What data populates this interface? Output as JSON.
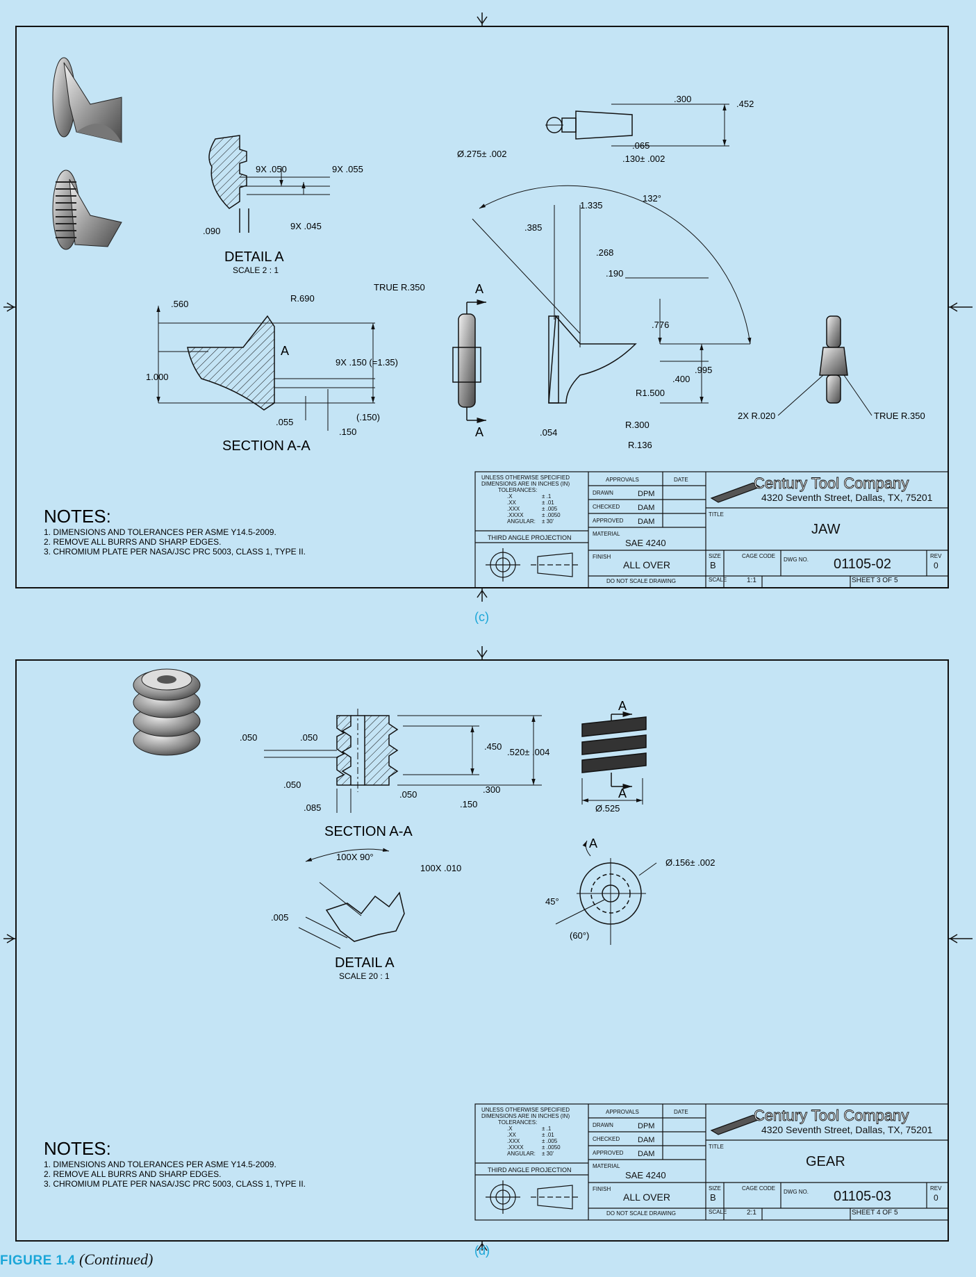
{
  "caption": {
    "figure": "FIGURE 1.4",
    "note": "(Continued)"
  },
  "sheets": [
    {
      "label": "(c)",
      "notes_title": "NOTES:",
      "notes": [
        "1. DIMENSIONS AND TOLERANCES PER ASME Y14.5-2009.",
        "2. REMOVE ALL BURRS AND SHARP EDGES.",
        "3. CHROMIUM PLATE PER NASA/JSC PRC 5003, CLASS 1, TYPE II."
      ],
      "title_block": {
        "tolerance_header": [
          "UNLESS OTHERWISE SPECIFIED",
          "DIMENSIONS ARE IN INCHES (IN)",
          "TOLERANCES:"
        ],
        "tolerance_keys": [
          ".X",
          ".XX",
          ".XXX",
          ".XXXX",
          "ANGULAR:"
        ],
        "tolerance_vals": [
          "± .1",
          "± .01",
          "± .005",
          "± .0050",
          "± 30'"
        ],
        "projection": "THIRD ANGLE PROJECTION",
        "approvals": "APPROVALS",
        "date": "DATE",
        "drawn_label": "DRAWN",
        "drawn": "DPM",
        "checked_label": "CHECKED",
        "checked": "DAM",
        "approved_label": "APPROVED",
        "approved": "DAM",
        "material_label": "MATERIAL",
        "material": "SAE 4240",
        "finish_label": "FINISH",
        "finish": "ALL OVER",
        "do_not_scale": "DO NOT SCALE DRAWING",
        "company": "Century Tool Company",
        "address": "4320 Seventh Street, Dallas, TX, 75201",
        "title_label": "TITLE",
        "title": "JAW",
        "size_label": "SIZE",
        "size": "B",
        "cage_label": "CAGE CODE",
        "dwg_label": "DWG NO.",
        "dwg": "01105-02",
        "rev_label": "REV",
        "rev": "0",
        "scale_label": "SCALE",
        "scale": "1:1",
        "sheet_text": "SHEET  3  OF  5"
      },
      "annotations": {
        "detail_title": "DETAIL  A",
        "detail_scale": "SCALE 2 : 1",
        "d_050": "9X .050",
        "d_055": "9X .055",
        "d_045": "9X .045",
        "d_090": ".090",
        "section_title": "SECTION A-A",
        "r690": "R.690",
        "d560": ".560",
        "d1000": "1.000",
        "d150x": "9X .150 (=1.35)",
        "d150p": "(.150)",
        "d055": ".055",
        "d150": ".150",
        "sec_a": "A",
        "true350": "TRUE R.350",
        "cut_a": "A",
        "d300": ".300",
        "d452": ".452",
        "d275": "Ø.275± .002",
        "d065": ".065",
        "d130": ".130± .002",
        "ang132": "132°",
        "d1335": "1.335",
        "d385": ".385",
        "d268": ".268",
        "d190": ".190",
        "d776": ".776",
        "d995": ".995",
        "d400": ".400",
        "r1500": "R1.500",
        "r300": "R.300",
        "r136": "R.136",
        "d054": ".054",
        "r020": "2X R.020",
        "true350b": "TRUE R.350"
      }
    },
    {
      "label": "(d)",
      "notes_title": "NOTES:",
      "notes": [
        "1. DIMENSIONS AND TOLERANCES PER ASME Y14.5-2009.",
        "2. REMOVE ALL BURRS AND SHARP EDGES.",
        "3. CHROMIUM PLATE PER NASA/JSC PRC 5003, CLASS 1, TYPE II."
      ],
      "title_block": {
        "tolerance_header": [
          "UNLESS OTHERWISE SPECIFIED",
          "DIMENSIONS ARE IN INCHES (IN)",
          "TOLERANCES:"
        ],
        "tolerance_keys": [
          ".X",
          ".XX",
          ".XXX",
          ".XXXX",
          "ANGULAR:"
        ],
        "tolerance_vals": [
          "± .1",
          "± .01",
          "± .005",
          "± .0050",
          "± 30'"
        ],
        "projection": "THIRD ANGLE PROJECTION",
        "approvals": "APPROVALS",
        "date": "DATE",
        "drawn_label": "DRAWN",
        "drawn": "DPM",
        "checked_label": "CHECKED",
        "checked": "DAM",
        "approved_label": "APPROVED",
        "approved": "DAM",
        "material_label": "MATERIAL",
        "material": "SAE 4240",
        "finish_label": "FINISH",
        "finish": "ALL OVER",
        "do_not_scale": "DO NOT SCALE DRAWING",
        "company": "Century Tool Company",
        "address": "4320 Seventh Street, Dallas, TX, 75201",
        "title_label": "TITLE",
        "title": "GEAR",
        "size_label": "SIZE",
        "size": "B",
        "cage_label": "CAGE CODE",
        "dwg_label": "DWG NO.",
        "dwg": "01105-03",
        "rev_label": "REV",
        "rev": "0",
        "scale_label": "SCALE",
        "scale": "2:1",
        "sheet_text": "SHEET  4  OF  5"
      },
      "annotations": {
        "d050a": ".050",
        "d050b": ".050",
        "d050c": ".050",
        "d050d": ".050",
        "d085": ".085",
        "d150": ".150",
        "d300": ".300",
        "d450": ".450",
        "d520": ".520± .004",
        "section_title": "SECTION A-A",
        "cut_a": "A",
        "d525": "Ø.525",
        "c100": "100X 90°",
        "c010": "100X .010",
        "d005": ".005",
        "detail_title": "DETAIL  A",
        "detail_scale": "SCALE 20 : 1",
        "d156": "Ø.156± .002",
        "ang45": "45°",
        "ang60": "(60°)",
        "view_a": "A"
      }
    }
  ]
}
